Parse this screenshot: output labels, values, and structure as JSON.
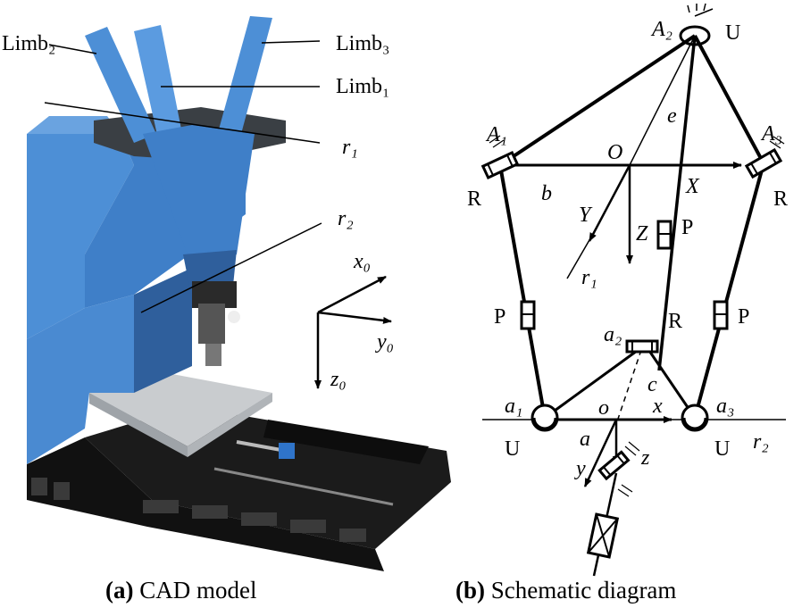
{
  "panel_a": {
    "caption_letter": "(a)",
    "caption_text": "CAD model",
    "labels": {
      "limb2": "Limb₂",
      "limb3": "Limb₃",
      "limb1": "Limb₁",
      "r1": "r₁",
      "r2": "r₂",
      "x0": "x₀",
      "y0": "y₀",
      "z0": "z₀"
    },
    "colors": {
      "frame_blue": "#4d8fd6",
      "frame_dark": "#2f5f9c",
      "base_black": "#161616",
      "table_gray": "#c9cccf"
    }
  },
  "panel_b": {
    "caption_letter": "(b)",
    "caption_text": "Schematic diagram",
    "labels": {
      "A2": "A₂",
      "U_top": "U",
      "A1": "A₁",
      "A3": "A₃",
      "O": "O",
      "e": "e",
      "b": "b",
      "X": "X",
      "Y": "Y",
      "Z": "Z",
      "R_left": "R",
      "R_right": "R",
      "P_center": "P",
      "r1": "r₁",
      "P_left": "P",
      "P_right": "P",
      "a2": "a₂",
      "R_a2": "R",
      "c": "c",
      "a1": "a₁",
      "o": "o",
      "x": "x",
      "a3": "a₃",
      "U_left": "U",
      "a": "a",
      "y": "y",
      "z": "z",
      "U_right": "U",
      "r2": "r₂"
    }
  }
}
